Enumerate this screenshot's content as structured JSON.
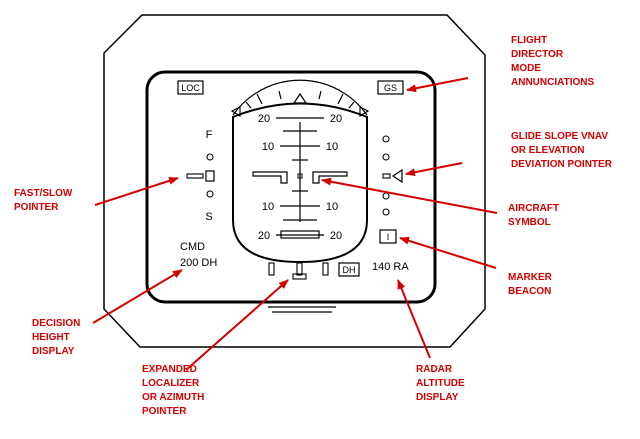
{
  "instrument": {
    "loc_label": "LOC",
    "gs_label": "GS",
    "speed_fast": "F",
    "speed_slow": "S",
    "pitch_top_left": "20",
    "pitch_top_right": "20",
    "pitch_mid_top_left": "10",
    "pitch_mid_top_right": "10",
    "pitch_mid_bottom_left": "10",
    "pitch_mid_bottom_right": "10",
    "pitch_bottom_left": "20",
    "pitch_bottom_right": "20",
    "marker_beacon_label": "I",
    "mode_cmd": "CMD",
    "decision_height": "200 DH",
    "dh_box_label": "DH",
    "radar_altitude": "140 RA"
  },
  "callouts": {
    "flight_director": [
      "FLIGHT",
      "DIRECTOR",
      "MODE",
      "ANNUNCIATIONS"
    ],
    "glide_slope": [
      "GLIDE SLOPE VNAV",
      "OR ELEVATION",
      "DEVIATION POINTER"
    ],
    "fast_slow": [
      "FAST/SLOW",
      "POINTER"
    ],
    "aircraft_symbol": [
      "AIRCRAFT",
      "SYMBOL"
    ],
    "marker_beacon": [
      "MARKER",
      "BEACON"
    ],
    "decision_height": [
      "DECISION",
      "HEIGHT",
      "DISPLAY"
    ],
    "localizer": [
      "EXPANDED",
      "LOCALIZER",
      "OR AZIMUTH",
      "POINTER"
    ],
    "radar_altitude": [
      "RADAR",
      "ALTITUDE",
      "DISPLAY"
    ]
  },
  "colors": {
    "instrument": "#000000",
    "callout": "#d40000"
  }
}
